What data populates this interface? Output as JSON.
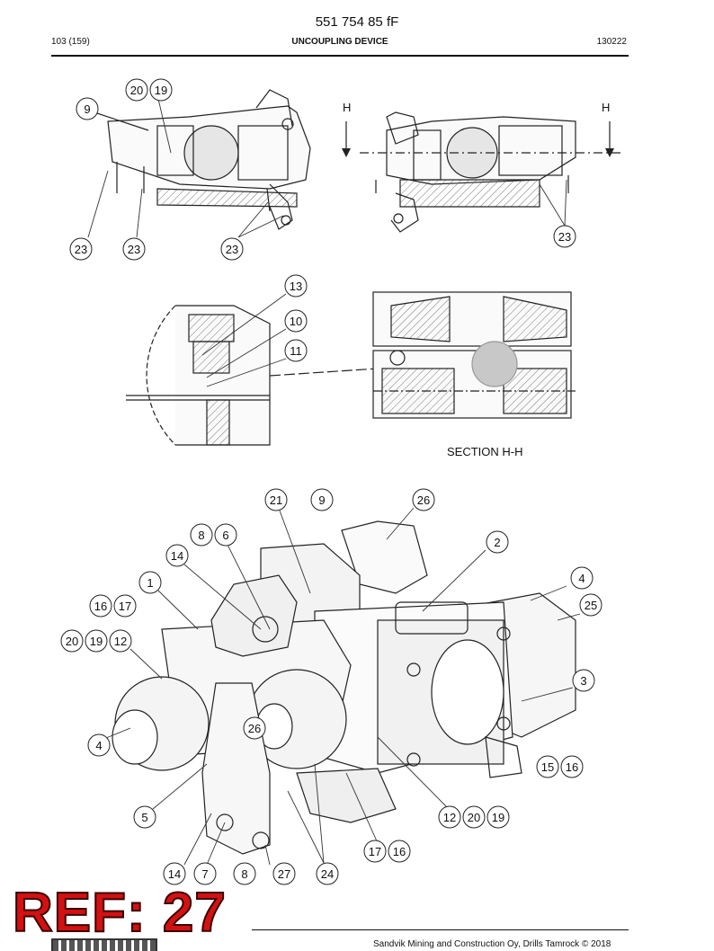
{
  "header": {
    "doc_number": "551 754 85 fF",
    "page_ref": "103 (159)",
    "title": "UNCOUPLING DEVICE",
    "revision": "130222"
  },
  "views": {
    "section_marker_left": "H",
    "section_marker_right": "H",
    "section_caption": "SECTION H-H"
  },
  "callouts": {
    "top_left_view": [
      "20",
      "19",
      "9",
      "23",
      "23",
      "23"
    ],
    "top_right_view": [
      "23"
    ],
    "detail_view": [
      "13",
      "10",
      "11"
    ],
    "assembly_view": [
      "21",
      "9",
      "26",
      "8",
      "6",
      "2",
      "14",
      "1",
      "4",
      "16",
      "17",
      "25",
      "20",
      "19",
      "12",
      "3",
      "26",
      "4",
      "15",
      "16",
      "5",
      "12",
      "20",
      "19",
      "17",
      "16",
      "14",
      "7",
      "8",
      "27",
      "24"
    ]
  },
  "stamp": {
    "text": "REF: 27",
    "color": "#d31111"
  },
  "footer": {
    "copyright": "Sandvik Mining and Construction Oy, Drills Tamrock © 2018"
  }
}
